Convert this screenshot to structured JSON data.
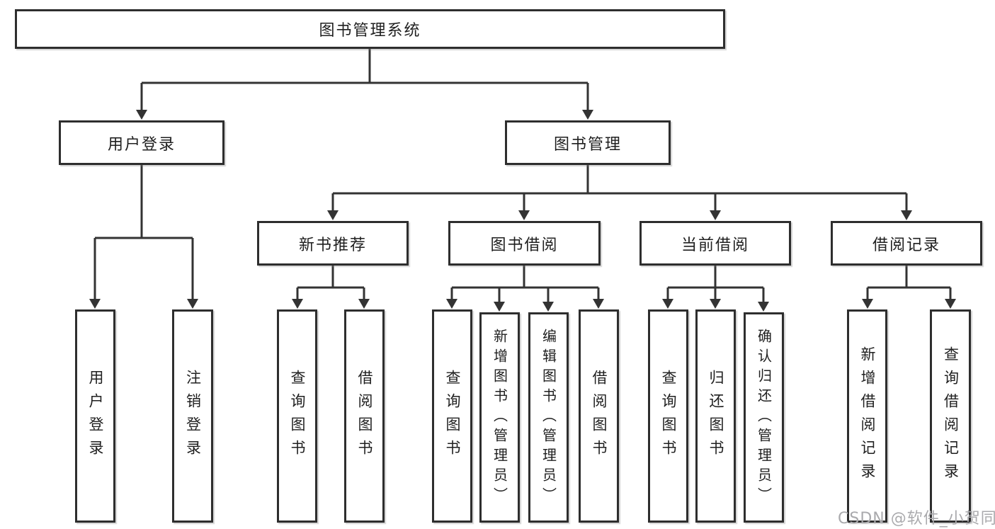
{
  "root": {
    "label": "图书管理系统"
  },
  "user_branch": {
    "label": "用户登录",
    "children": [
      {
        "label": "用户登录"
      },
      {
        "label": "注销登录"
      }
    ]
  },
  "book_branch": {
    "label": "图书管理",
    "groups": [
      {
        "label": "新书推荐",
        "children": [
          {
            "label": "查询图书"
          },
          {
            "label": "借阅图书"
          }
        ]
      },
      {
        "label": "图书借阅",
        "children": [
          {
            "label": "查询图书"
          },
          {
            "label": "新增图书（管理员）"
          },
          {
            "label": "编辑图书（管理员）"
          },
          {
            "label": "借阅图书"
          }
        ]
      },
      {
        "label": "当前借阅",
        "children": [
          {
            "label": "查询图书"
          },
          {
            "label": "归还图书"
          },
          {
            "label": "确认归还（管理员）"
          }
        ]
      },
      {
        "label": "借阅记录",
        "children": [
          {
            "label": "新增借阅记录"
          },
          {
            "label": "查询借阅记录"
          }
        ]
      }
    ]
  },
  "watermark": {
    "text": "CSDN @软件_小贺同学"
  },
  "colors": {
    "line": "#333333",
    "box_border": "#2e2e2e",
    "text": "#1f1f1f",
    "watermark": "#aaaaad",
    "background": "#ffffff"
  }
}
